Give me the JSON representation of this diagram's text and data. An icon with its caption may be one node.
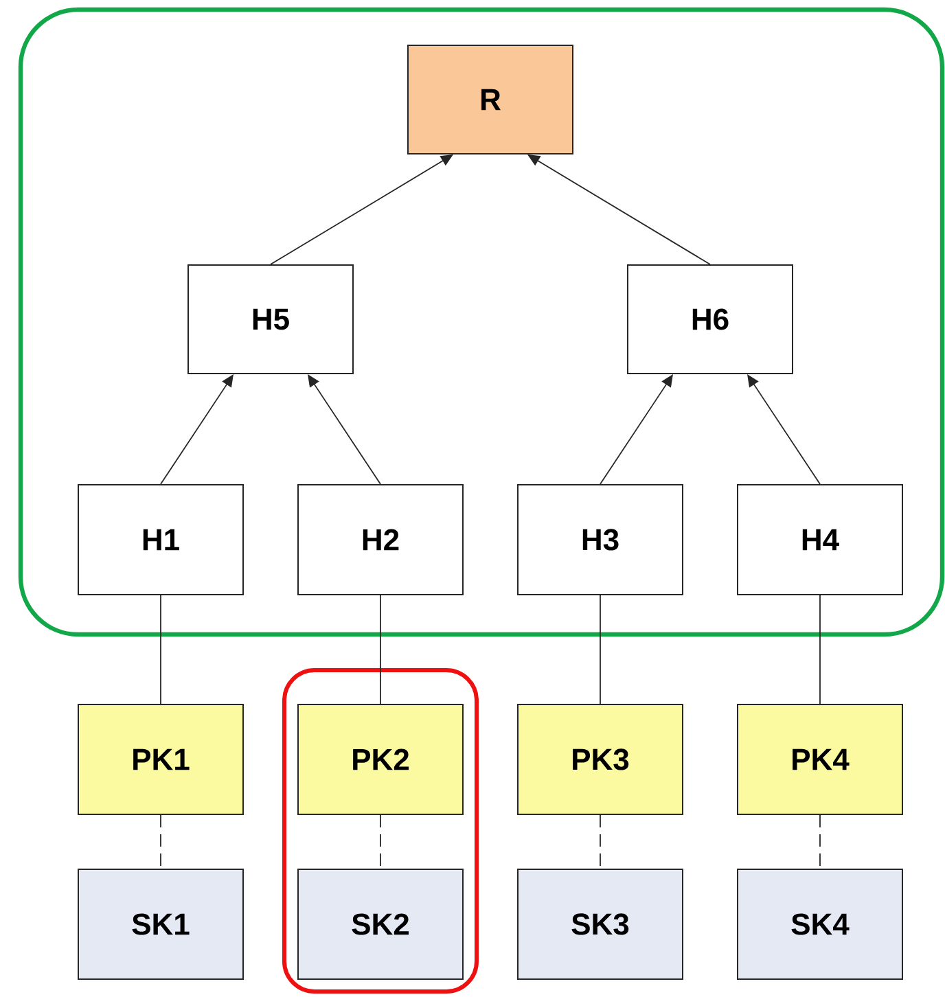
{
  "diagram": {
    "nodes": [
      {
        "text": [],
        "shape": "box"
      },
      {
        "text": [
          "R"
        ],
        "in": 0
      },
      {
        "text": [
          "H5"
        ],
        "in": 0
      },
      {
        "text": [
          "H6"
        ],
        "in": 0
      },
      {
        "text": [
          "H1"
        ],
        "in": 0
      },
      {
        "text": [
          "H2"
        ],
        "in": 0
      },
      {
        "text": [
          "H3"
        ],
        "in": 0
      },
      {
        "text": [
          "H4"
        ],
        "in": 0
      },
      {
        "text": [
          "PK1"
        ]
      },
      {
        "text": [],
        "shape": "box"
      },
      {
        "text": [
          "PK2"
        ],
        "in": 9
      },
      {
        "text": [
          "PK3"
        ]
      },
      {
        "text": [
          "PK4"
        ]
      },
      {
        "text": [
          "SK1"
        ]
      },
      {
        "text": [
          "SK2"
        ],
        "in": 9
      },
      {
        "text": [
          "SK3"
        ]
      },
      {
        "text": [
          "SK4"
        ]
      }
    ],
    "edges": [
      {
        "from": 2,
        "to": 1,
        "arrow": "to"
      },
      {
        "from": 3,
        "to": 1,
        "arrow": "to"
      },
      {
        "from": 4,
        "to": 2,
        "arrow": "to"
      },
      {
        "from": 5,
        "to": 2,
        "arrow": "to"
      },
      {
        "from": 6,
        "to": 3,
        "arrow": "to"
      },
      {
        "from": 7,
        "to": 3,
        "arrow": "to"
      },
      {
        "from": 4,
        "to": 8,
        "arrow": "none"
      },
      {
        "from": 5,
        "to": 10,
        "arrow": "none"
      },
      {
        "from": 6,
        "to": 11,
        "arrow": "none"
      },
      {
        "from": 7,
        "to": 12,
        "arrow": "none"
      },
      {
        "from": 8,
        "to": 13,
        "arrow": "none",
        "style": "dashed"
      },
      {
        "from": 10,
        "to": 14,
        "arrow": "none",
        "style": "dashed"
      },
      {
        "from": 11,
        "to": 15,
        "arrow": "none",
        "style": "dashed"
      },
      {
        "from": 12,
        "to": 16,
        "arrow": "none",
        "style": "dashed"
      }
    ]
  }
}
